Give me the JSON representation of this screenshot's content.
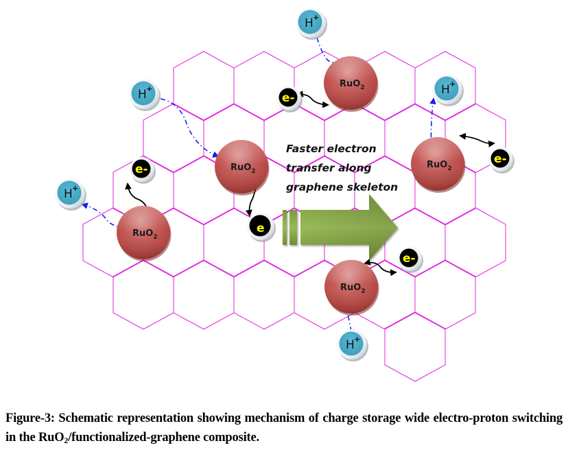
{
  "figure": {
    "caption_prefix": "Figure-3: Schematic representation showing mechanism of charge storage wide electro-proton switching in the RuO",
    "caption_sub": "2",
    "caption_suffix": "/functionalized-graphene composite."
  },
  "annotation": {
    "lines": [
      "Faster electron",
      "transfer along",
      "graphene skeleton"
    ]
  },
  "species_labels": {
    "ruo2_main": "RuO",
    "ruo2_sub": "2",
    "proton_main": "H",
    "proton_sup": "+",
    "electron": "e-",
    "electron_bare": "e"
  },
  "colors": {
    "graphene_lattice": "#e020e0",
    "ruo2": "#c0504d",
    "proton": "#4bacc6",
    "electron": "#000000",
    "electron_text": "#ffff00",
    "proton_path": "#1b1bf0",
    "arrow": "#8aaa48"
  },
  "lattice": {
    "label": "graphene skeleton",
    "rows": [
      5,
      6,
      6,
      7,
      6,
      1
    ]
  }
}
